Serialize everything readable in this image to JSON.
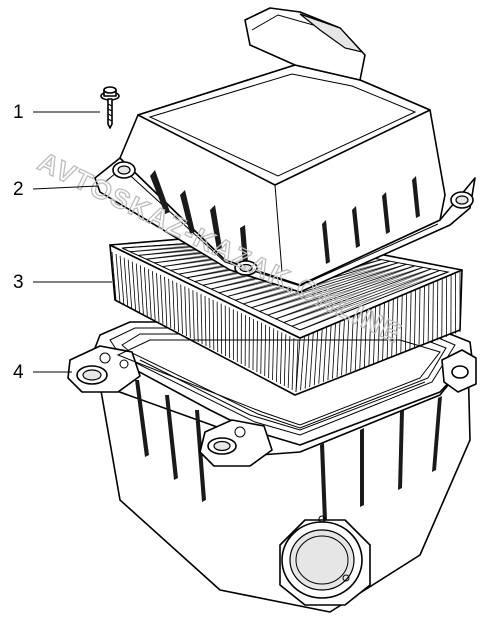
{
  "callouts": [
    {
      "id": "1",
      "label": "1"
    },
    {
      "id": "2",
      "label": "2"
    },
    {
      "id": "3",
      "label": "3"
    },
    {
      "id": "4",
      "label": "4"
    }
  ],
  "watermark": {
    "text": "AVTOSKAZ-KAZAK.ONLINE"
  }
}
